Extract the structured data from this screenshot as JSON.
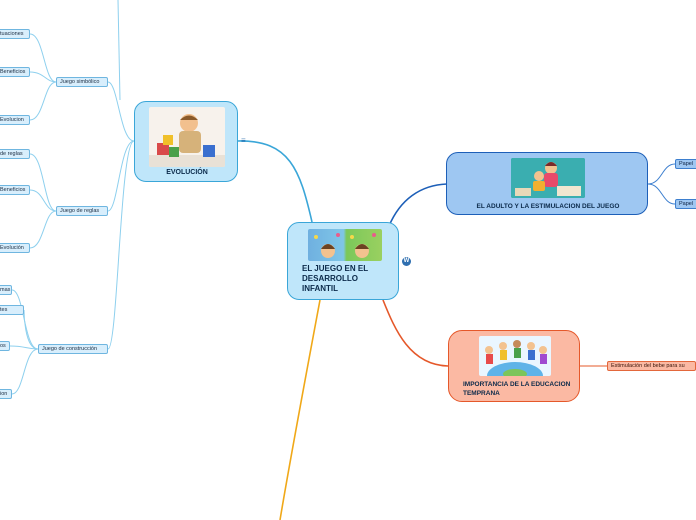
{
  "central": {
    "title": "EL JUEGO EN EL DESARROLLO INFANTIL"
  },
  "evolucion": {
    "title": "EVOLUCIÓN",
    "branches": {
      "juego_simbolico": {
        "label": "Juego simbólico",
        "children": [
          "tuaciones",
          "Beneficios",
          "Evolucion"
        ]
      },
      "juego_reglas": {
        "label": "Juego de reglas",
        "children": [
          "de reglas",
          "Beneficios",
          "Evolución"
        ]
      },
      "juego_construccion": {
        "label": "Juego de construcción",
        "children": [
          "mas",
          "tes",
          "os",
          "ion"
        ]
      }
    }
  },
  "adulto": {
    "title": "EL ADULTO Y LA ESTIMULACION DEL JUEGO",
    "children": [
      "Papel",
      "Papel"
    ]
  },
  "importancia": {
    "title": "IMPORTANCIA DE LA EDUCACION TEMPRANA",
    "children": [
      "Estimulación del bebe para su"
    ]
  },
  "colors": {
    "evolucion_line": "#3aa6d8",
    "adulto_line": "#1d5fb8",
    "importancia_line": "#e5582a",
    "bottom_line": "#f0a818",
    "upper_line": "#8ed0ee"
  }
}
